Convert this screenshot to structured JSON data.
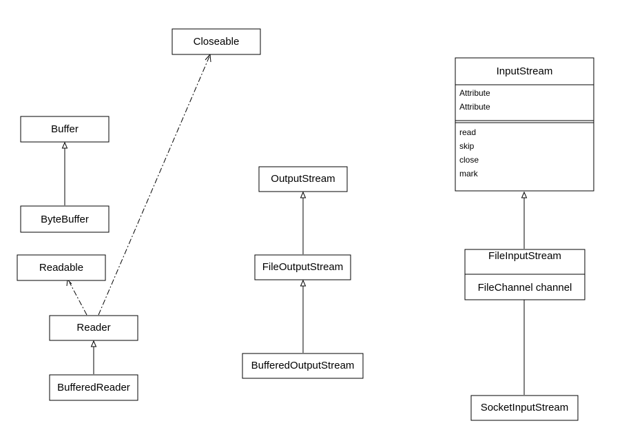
{
  "classes": {
    "closeable": "Closeable",
    "buffer": "Buffer",
    "byte_buffer": "ByteBuffer",
    "readable": "Readable",
    "reader": "Reader",
    "buffered_reader": "BufferedReader",
    "output_stream": "OutputStream",
    "file_output_stream": "FileOutputStream",
    "buffered_output_stream": "BufferedOutputStream",
    "input_stream": {
      "name": "InputStream",
      "attributes": [
        "Attribute",
        "Attribute"
      ],
      "methods": [
        "read",
        "skip",
        "close",
        "mark"
      ]
    },
    "file_input_stream": {
      "name": "FileInputStream",
      "fields": [
        "FileChannel channel"
      ]
    },
    "socket_input_stream": "SocketInputStream"
  },
  "colors": {
    "stroke": "#000000",
    "fill": "#ffffff"
  }
}
